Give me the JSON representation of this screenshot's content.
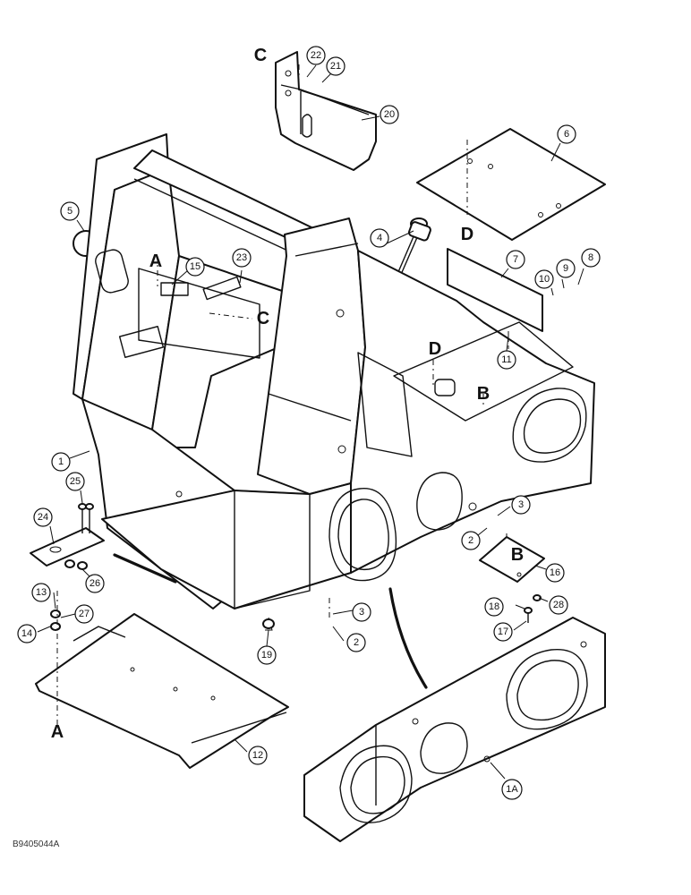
{
  "diagram": {
    "callouts": [
      {
        "id": "c22",
        "label": "22"
      },
      {
        "id": "c21",
        "label": "21"
      },
      {
        "id": "c20",
        "label": "20"
      },
      {
        "id": "c6",
        "label": "6"
      },
      {
        "id": "c5",
        "label": "5"
      },
      {
        "id": "c4",
        "label": "4"
      },
      {
        "id": "c15",
        "label": "15"
      },
      {
        "id": "c23",
        "label": "23"
      },
      {
        "id": "c7",
        "label": "7"
      },
      {
        "id": "c8",
        "label": "8"
      },
      {
        "id": "c9",
        "label": "9"
      },
      {
        "id": "c10",
        "label": "10"
      },
      {
        "id": "c11",
        "label": "11"
      },
      {
        "id": "c1",
        "label": "1"
      },
      {
        "id": "c25",
        "label": "25"
      },
      {
        "id": "c24",
        "label": "24"
      },
      {
        "id": "c26",
        "label": "26"
      },
      {
        "id": "c3a",
        "label": "3"
      },
      {
        "id": "c2a",
        "label": "2"
      },
      {
        "id": "c16",
        "label": "16"
      },
      {
        "id": "c13",
        "label": "13"
      },
      {
        "id": "c27",
        "label": "27"
      },
      {
        "id": "c14",
        "label": "14"
      },
      {
        "id": "c3b",
        "label": "3"
      },
      {
        "id": "c2b",
        "label": "2"
      },
      {
        "id": "c19",
        "label": "19"
      },
      {
        "id": "c18",
        "label": "18"
      },
      {
        "id": "c28",
        "label": "28"
      },
      {
        "id": "c17",
        "label": "17"
      },
      {
        "id": "c12",
        "label": "12"
      },
      {
        "id": "c1A",
        "label": "1A"
      }
    ],
    "letters": [
      {
        "id": "Ctop",
        "text": "C"
      },
      {
        "id": "Atop",
        "text": "A"
      },
      {
        "id": "Cmid",
        "text": "C"
      },
      {
        "id": "Dtop",
        "text": "D"
      },
      {
        "id": "Dmid",
        "text": "D"
      },
      {
        "id": "Bmid",
        "text": "B"
      },
      {
        "id": "Bplate",
        "text": "B"
      },
      {
        "id": "Abottom",
        "text": "A"
      }
    ],
    "document_id": "B9405044A"
  }
}
